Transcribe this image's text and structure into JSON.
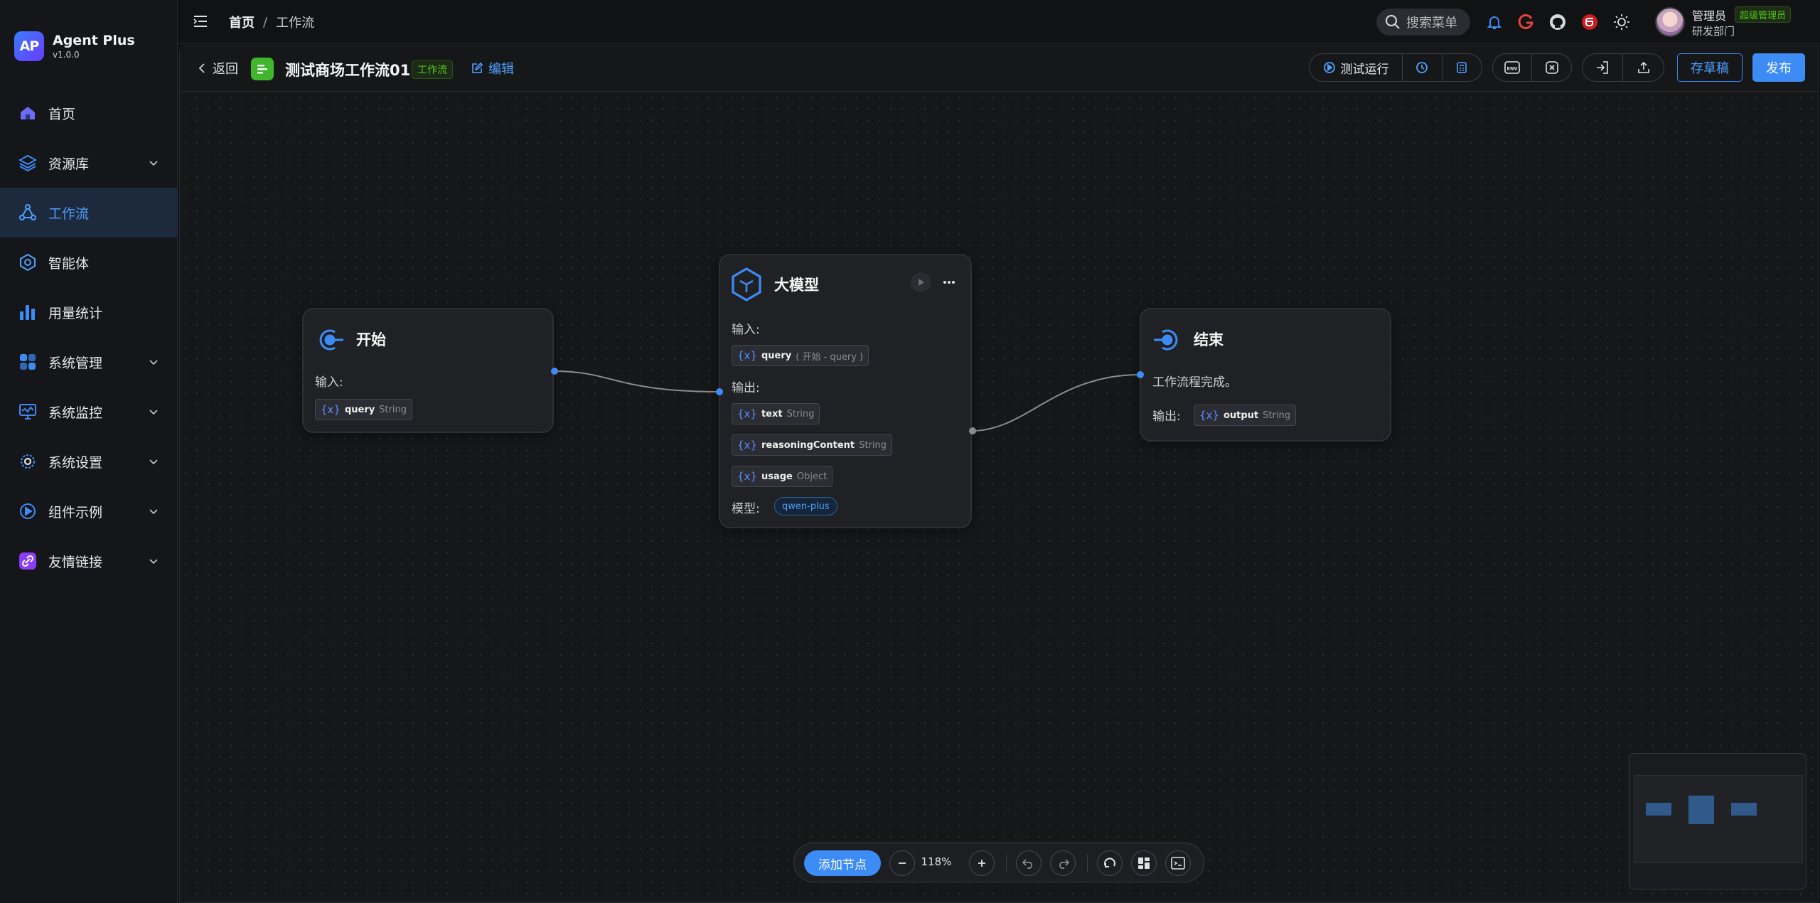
{
  "app": {
    "name": "Agent Plus",
    "version": "v1.0.0",
    "logo_text": "AP"
  },
  "sidebar": {
    "items": [
      {
        "label": "首页",
        "icon": "home-icon",
        "active": false,
        "has_children": false
      },
      {
        "label": "资源库",
        "icon": "layers-icon",
        "active": false,
        "has_children": true
      },
      {
        "label": "工作流",
        "icon": "workflow-icon",
        "active": true,
        "has_children": false
      },
      {
        "label": "智能体",
        "icon": "agent-icon",
        "active": false,
        "has_children": false
      },
      {
        "label": "用量统计",
        "icon": "bar-chart-icon",
        "active": false,
        "has_children": false
      },
      {
        "label": "系统管理",
        "icon": "grid-icon",
        "active": false,
        "has_children": true
      },
      {
        "label": "系统监控",
        "icon": "monitor-icon",
        "active": false,
        "has_children": true
      },
      {
        "label": "系统设置",
        "icon": "settings-icon",
        "active": false,
        "has_children": true
      },
      {
        "label": "组件示例",
        "icon": "play-circle-icon",
        "active": false,
        "has_children": true
      },
      {
        "label": "友情链接",
        "icon": "link-icon",
        "active": false,
        "has_children": true
      }
    ]
  },
  "header": {
    "breadcrumb": {
      "home": "首页",
      "separator": "/",
      "current": "工作流"
    },
    "search_label": "搜索菜单",
    "icons": [
      "bell-icon",
      "g-logo-icon",
      "github-icon",
      "gitee-icon",
      "theme-sun-icon"
    ],
    "user": {
      "name": "管理员",
      "role": "超级管理员",
      "dept": "研发部门"
    }
  },
  "workflow": {
    "back_label": "返回",
    "title": "测试商场工作流01",
    "type_tag": "工作流",
    "edit_label": "编辑",
    "toolbar": {
      "test_run_label": "测试运行",
      "draft_label": "存草稿",
      "publish_label": "发布"
    }
  },
  "nodes": {
    "start": {
      "title": "开始",
      "input_label": "输入:",
      "inputs": [
        {
          "name": "query",
          "type": "String"
        }
      ]
    },
    "llm": {
      "title": "大模型",
      "input_label": "输入:",
      "inputs": [
        {
          "name": "query",
          "type": "( 开始 - query )"
        }
      ],
      "output_label": "输出:",
      "outputs": [
        {
          "name": "text",
          "type": "String"
        },
        {
          "name": "reasoningContent",
          "type": "String"
        },
        {
          "name": "usage",
          "type": "Object"
        }
      ],
      "model_label": "模型:",
      "model": "qwen-plus"
    },
    "end": {
      "title": "结束",
      "description": "工作流程完成。",
      "output_label": "输出:",
      "outputs": [
        {
          "name": "output",
          "type": "String"
        }
      ]
    }
  },
  "var_prefix": "{x}",
  "bottom_toolbar": {
    "add_node_label": "添加节点",
    "zoom": "118%"
  },
  "colors": {
    "accent": "#3d8cf5",
    "success": "#52c41a",
    "canvas": "#161719",
    "node_bg": "#202125"
  }
}
